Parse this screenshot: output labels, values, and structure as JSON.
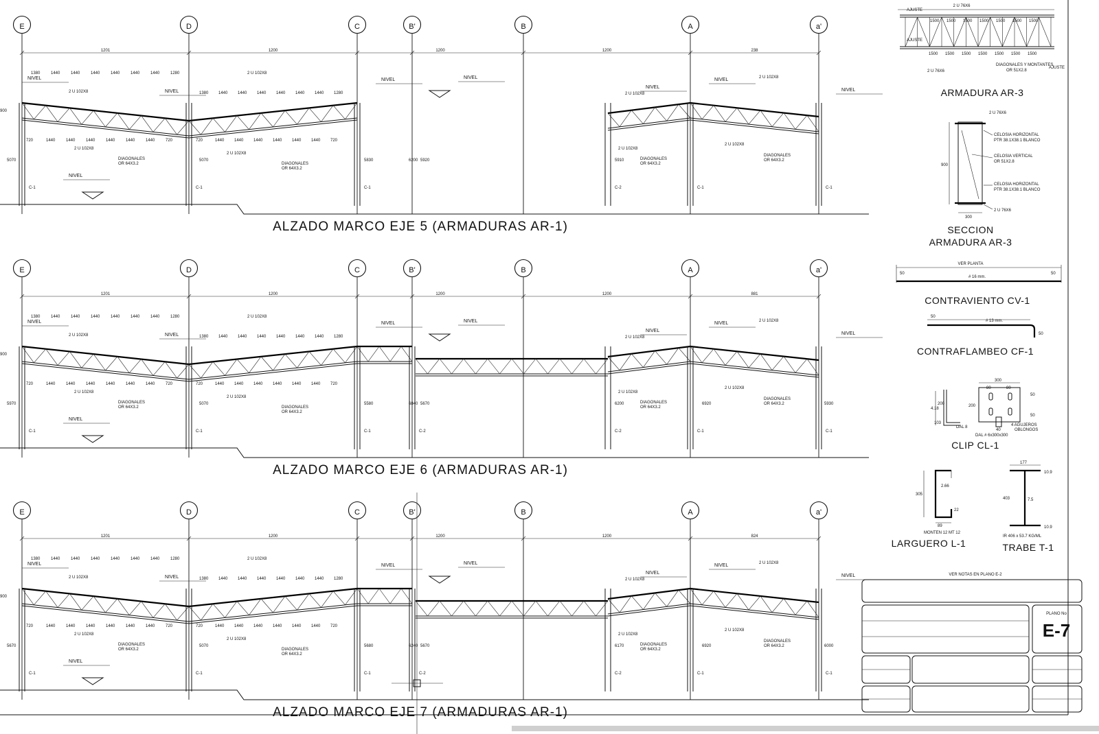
{
  "axes": [
    "E",
    "D",
    "C",
    "B'",
    "B",
    "A",
    "a'"
  ],
  "elevations": [
    {
      "title": "ALZADO MARCO EJE 5    (ARMADURAS AR-1)",
      "spans": [
        "1201",
        "1200",
        "1200",
        "1200",
        "238"
      ],
      "level_label": "NIVEL",
      "columns": [
        "C-1",
        "C-1",
        "C-1",
        "C-2",
        "C-1",
        "C-1"
      ],
      "heights": [
        "5070",
        "5070",
        "5830",
        "6200",
        "5920",
        "5910"
      ],
      "depth": "900",
      "chord_label": "2 U 102X8",
      "diag_label": "DIAGONALES",
      "diag_spec": "OR 64X3.2",
      "top_dims": [
        "1380",
        "1440",
        "1440",
        "1440",
        "1440",
        "1440",
        "1440",
        "1280"
      ],
      "bot_dims": [
        "720",
        "1440",
        "1440",
        "1440",
        "1440",
        "1440",
        "1440",
        "720"
      ]
    },
    {
      "title": "ALZADO MARCO EJE 6    (ARMADURAS AR-1)",
      "spans": [
        "1201",
        "1200",
        "1200",
        "1200",
        "881"
      ],
      "level_label": "NIVEL",
      "columns": [
        "C-1",
        "C-1",
        "C-1",
        "C-2",
        "C-2",
        "C-1",
        "C-1"
      ],
      "heights": [
        "5970",
        "5070",
        "5580",
        "6840",
        "5670",
        "6200",
        "6920",
        "5930"
      ],
      "depth": "900",
      "chord_label": "2 U 102X8",
      "diag_label": "DIAGONALES",
      "diag_spec": "OR 64X3.2",
      "top_dims": [
        "1380",
        "1440",
        "1440",
        "1440",
        "1440",
        "1440",
        "1440",
        "1280"
      ],
      "bot_dims": [
        "720",
        "1440",
        "1440",
        "1440",
        "1440",
        "1440",
        "1440",
        "720"
      ]
    },
    {
      "title": "ALZADO MARCO EJE 7    (ARMADURAS AR-1)",
      "spans": [
        "1201",
        "1200",
        "1200",
        "1200",
        "824"
      ],
      "level_label": "NIVEL",
      "columns": [
        "C-1",
        "C-1",
        "C-1",
        "C-2",
        "C-2",
        "C-1",
        "C-1"
      ],
      "heights": [
        "5670",
        "5070",
        "5680",
        "6240",
        "5670",
        "6170",
        "6920",
        "6000"
      ],
      "depth": "900",
      "chord_label": "2 U 102X8",
      "diag_label": "DIAGONALES",
      "diag_spec": "OR 64X3.2",
      "top_dims": [
        "1380",
        "1440",
        "1440",
        "1440",
        "1440",
        "1440",
        "1440",
        "1280"
      ],
      "bot_dims": [
        "720",
        "1440",
        "1440",
        "1440",
        "1440",
        "1440",
        "1440",
        "720"
      ]
    }
  ],
  "details": {
    "ar3": {
      "title": "ARMADURA AR-3",
      "top": "2 U 76X6",
      "adjust": "AJUSTE",
      "panel": "1500",
      "bottom": "2 U 76X6",
      "diag": "DIAGONALES Y MONTANTES",
      "diag_spec": "OR 51X2.8"
    },
    "section": {
      "title1": "SECCION",
      "title2": "ARMADURA AR-3",
      "top": "2 U 76X6",
      "bottom": "2 U 76X6",
      "height": "900",
      "width": "300",
      "note1": "CELOSIA HORIZONTAL",
      "note1b": "PTR 38.1X38.1 BLANCO",
      "note2": "CELOSIA VERTICAL",
      "note2b": "OR 51X2.8",
      "note3": "CELOSIA HORIZONTAL",
      "note3b": "PTR 38.1X38.1 BLANCO"
    },
    "cv1": {
      "title": "CONTRAVIENTO   CV-1",
      "top": "VER PLANTA",
      "end": "50",
      "dia": "# 16 mm."
    },
    "cf1": {
      "title": "CONTRAFLAMBEO  CF-1",
      "end": "50",
      "dia": "# 13 mm.",
      "hook": "50"
    },
    "cl1": {
      "title": "CLIP  CL-1",
      "w": "300",
      "a": "80",
      "b": "80",
      "h1": "200",
      "h2": "200",
      "c": "50",
      "d": "50",
      "t": "4.18",
      "e": "103",
      "angle": "DAL 8",
      "plate": "DAL # 6x300x300",
      "holes": "4 AGUJEROS",
      "holes2": "OBLONGOS",
      "gap": "40"
    },
    "l1": {
      "title": "LARGUERO  L-1",
      "h": "305",
      "t": "2.66",
      "lip": "22",
      "w": "89",
      "spec": "MONTEN 12 MT 12"
    },
    "t1": {
      "title": "TRABE  T-1",
      "bf": "177",
      "tf": "10.9",
      "d": "403",
      "tw": "7.5",
      "tf2": "10.9",
      "spec": "IR 406 x 53.7 KG/ML"
    }
  },
  "titleblock": {
    "note": "VER NOTAS EN PLANO E-2",
    "plane_label": "PLANO No",
    "plane": "E-7"
  }
}
